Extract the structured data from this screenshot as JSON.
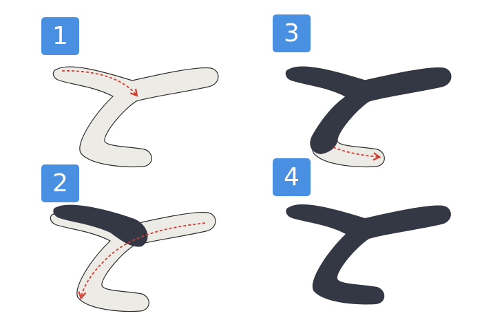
{
  "steps": [
    {
      "number": "1"
    },
    {
      "number": "2"
    },
    {
      "number": "3"
    },
    {
      "number": "4"
    }
  ],
  "colors": {
    "badge": "#4a90e2",
    "stroke_fill": "#ecebe6",
    "stroke_outline": "#2b2b2b",
    "ink": "#333844",
    "arrow": "#d23b2e"
  }
}
